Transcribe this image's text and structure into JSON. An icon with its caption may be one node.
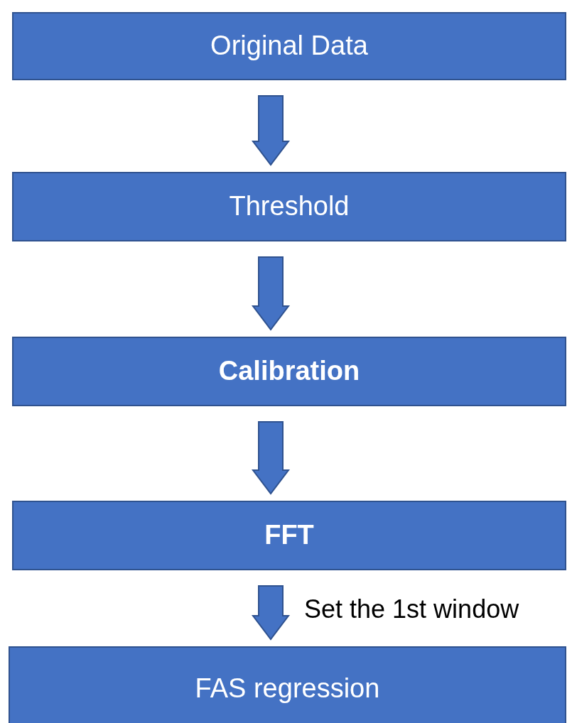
{
  "diagram": {
    "nodes": [
      {
        "text": [
          "Original Data"
        ]
      },
      {
        "text": [
          "Threshold"
        ]
      },
      {
        "text": [
          "**Calibration**"
        ]
      },
      {
        "text": [
          "**FFT**"
        ]
      },
      {
        "text": [
          "FAS regression"
        ]
      }
    ],
    "edges": [
      {
        "from": 0,
        "to": 1,
        "arrow": "to"
      },
      {
        "from": 1,
        "to": 2,
        "arrow": "to"
      },
      {
        "from": 2,
        "to": 3,
        "arrow": "to"
      },
      {
        "from": 3,
        "to": 4,
        "arrow": "to",
        "label": "Set the 1st window"
      }
    ]
  }
}
